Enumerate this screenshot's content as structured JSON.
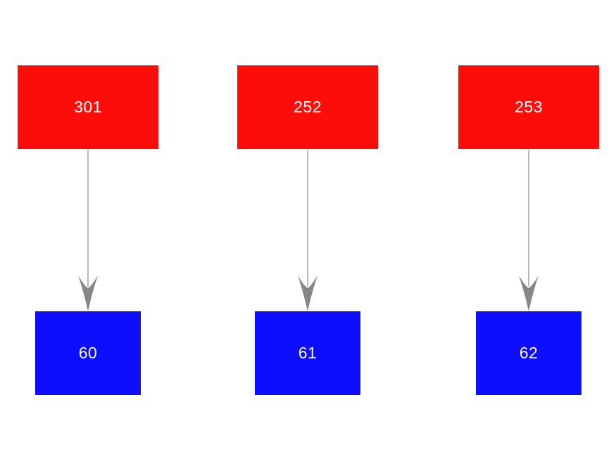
{
  "canvas": {
    "background": "#ffffff"
  },
  "diagram": {
    "type": "flow",
    "description": "Three red source nodes each connected by a downward gray arrow to a blue target node",
    "edges": [
      {
        "source": "301",
        "target": "60"
      },
      {
        "source": "252",
        "target": "61"
      },
      {
        "source": "253",
        "target": "62"
      }
    ]
  },
  "colors": {
    "canvas_background": "#ffffff",
    "source_node_fill": "#fd0d0a",
    "target_node_fill": "#0d0dff",
    "node_label_text": "#ffffff",
    "arrow_line": "#b9b9b9",
    "arrow_head": "#878787"
  }
}
